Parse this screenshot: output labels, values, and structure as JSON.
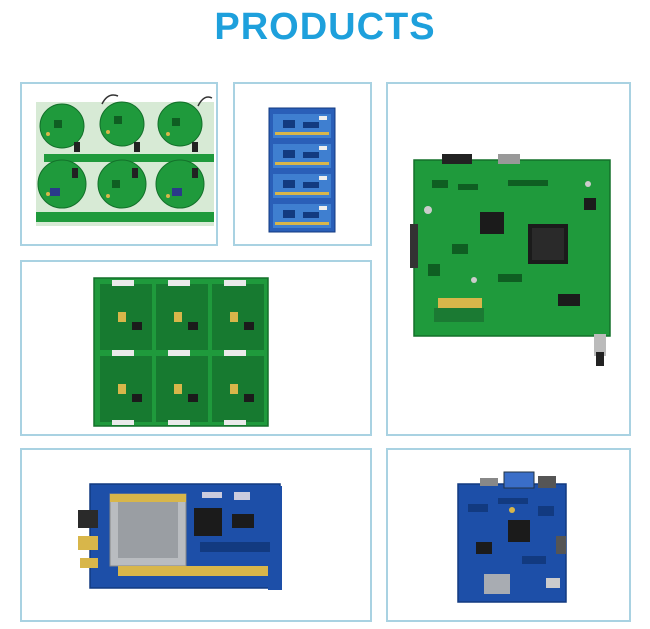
{
  "header": {
    "title": "PRODUCTS"
  },
  "colors": {
    "title": "#1ea0dc",
    "card_border": "#a9d2e2",
    "pcb_green": "#1f9a3c",
    "pcb_green_dark": "#13702a",
    "pcb_blue": "#1d4fa8",
    "pcb_blue_dark": "#123a80",
    "gold": "#d8b64a",
    "chip": "#1b1b1b"
  },
  "products": [
    {
      "icon": "green-round-pcb-panel-image"
    },
    {
      "icon": "blue-strip-pcb-panel-image"
    },
    {
      "icon": "green-mainboard-pcb-image"
    },
    {
      "icon": "green-pcb-array-panel-image"
    },
    {
      "icon": "blue-card-reader-pcb-image"
    },
    {
      "icon": "blue-vga-mainboard-pcb-image"
    }
  ]
}
